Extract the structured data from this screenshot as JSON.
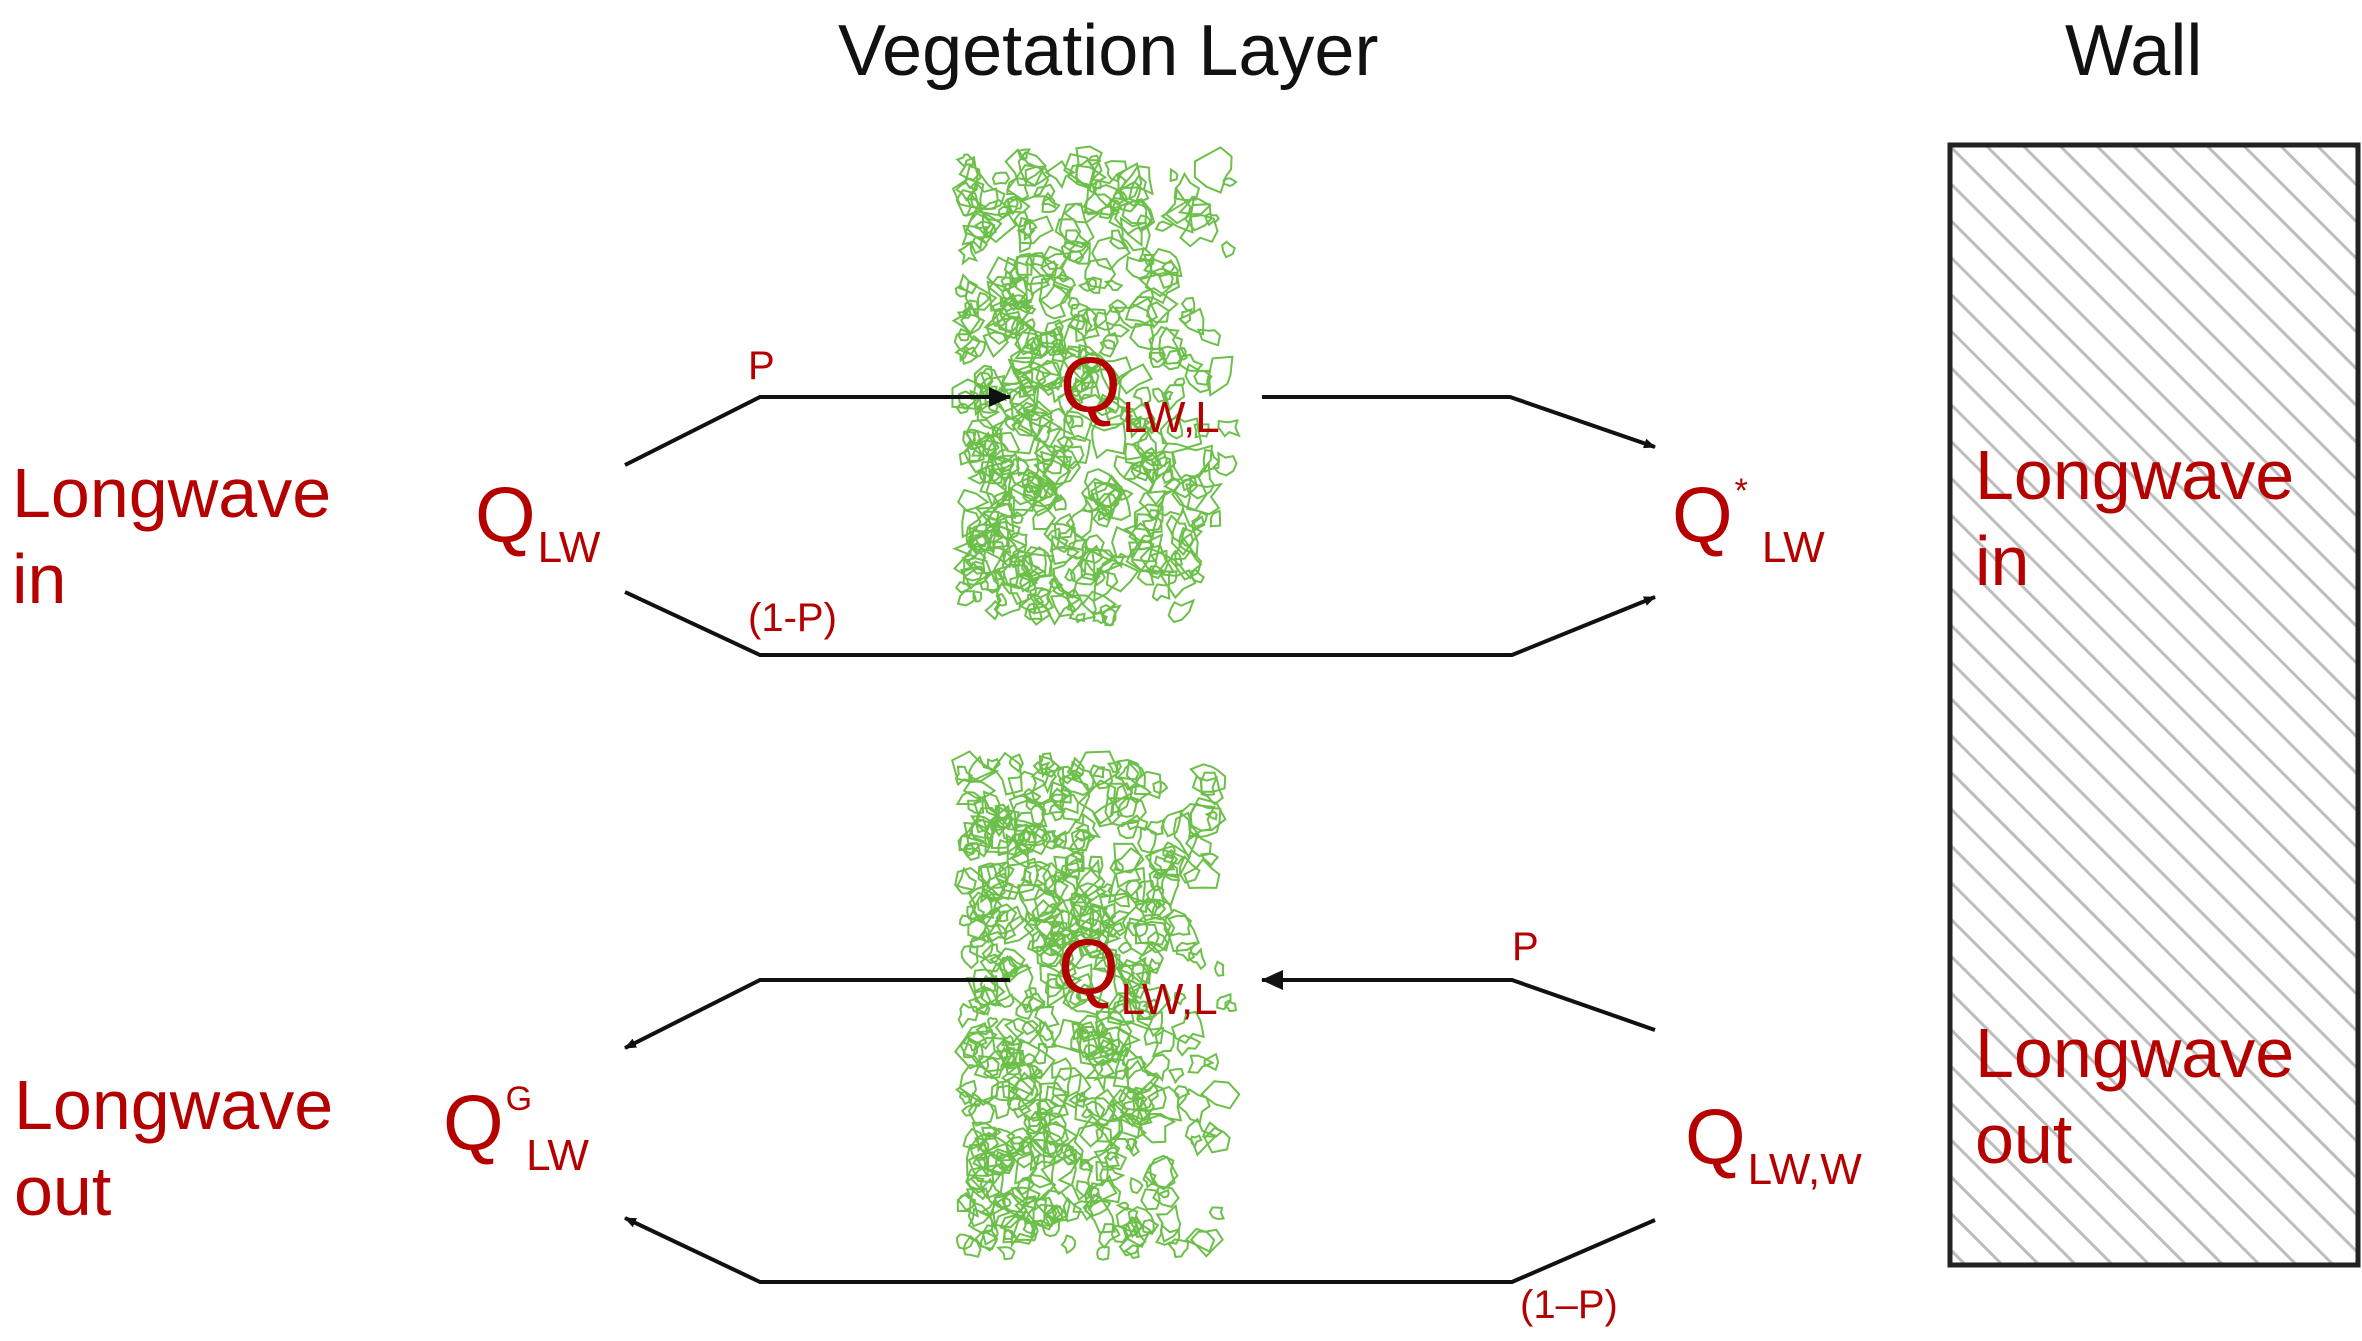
{
  "titles": {
    "vegetation": "Vegetation Layer",
    "wall": "Wall"
  },
  "left_labels": {
    "longwave_in": [
      "Longwave",
      "in"
    ],
    "longwave_out": [
      "Longwave",
      "out"
    ]
  },
  "wall_labels": {
    "longwave_in": [
      "Longwave",
      "in"
    ],
    "longwave_out": [
      "Longwave",
      "out"
    ]
  },
  "symbols": {
    "q_lw": {
      "main": "Q",
      "sub": "LW"
    },
    "q_lw_l_top": {
      "main": "Q",
      "sub": "LW,L"
    },
    "q_lw_star": {
      "main": "Q",
      "sup": "*",
      "sub": "LW"
    },
    "q_lw_l_bottom": {
      "main": "Q",
      "sub": "LW,L"
    },
    "q_g_lw": {
      "main": "Q",
      "sup": "G",
      "sub": "LW"
    },
    "q_lw_w": {
      "main": "Q",
      "sub": "LW,W"
    }
  },
  "probabilities": {
    "top_p": "P",
    "top_one_minus_p": "(1-P)",
    "bottom_p": "P",
    "bottom_one_minus_p": "(1–P)"
  },
  "colors": {
    "label_red": "#b50000",
    "foliage_green": "#6cc04a",
    "line_black": "#111111",
    "wall_hatch": "#bdbdbd"
  }
}
